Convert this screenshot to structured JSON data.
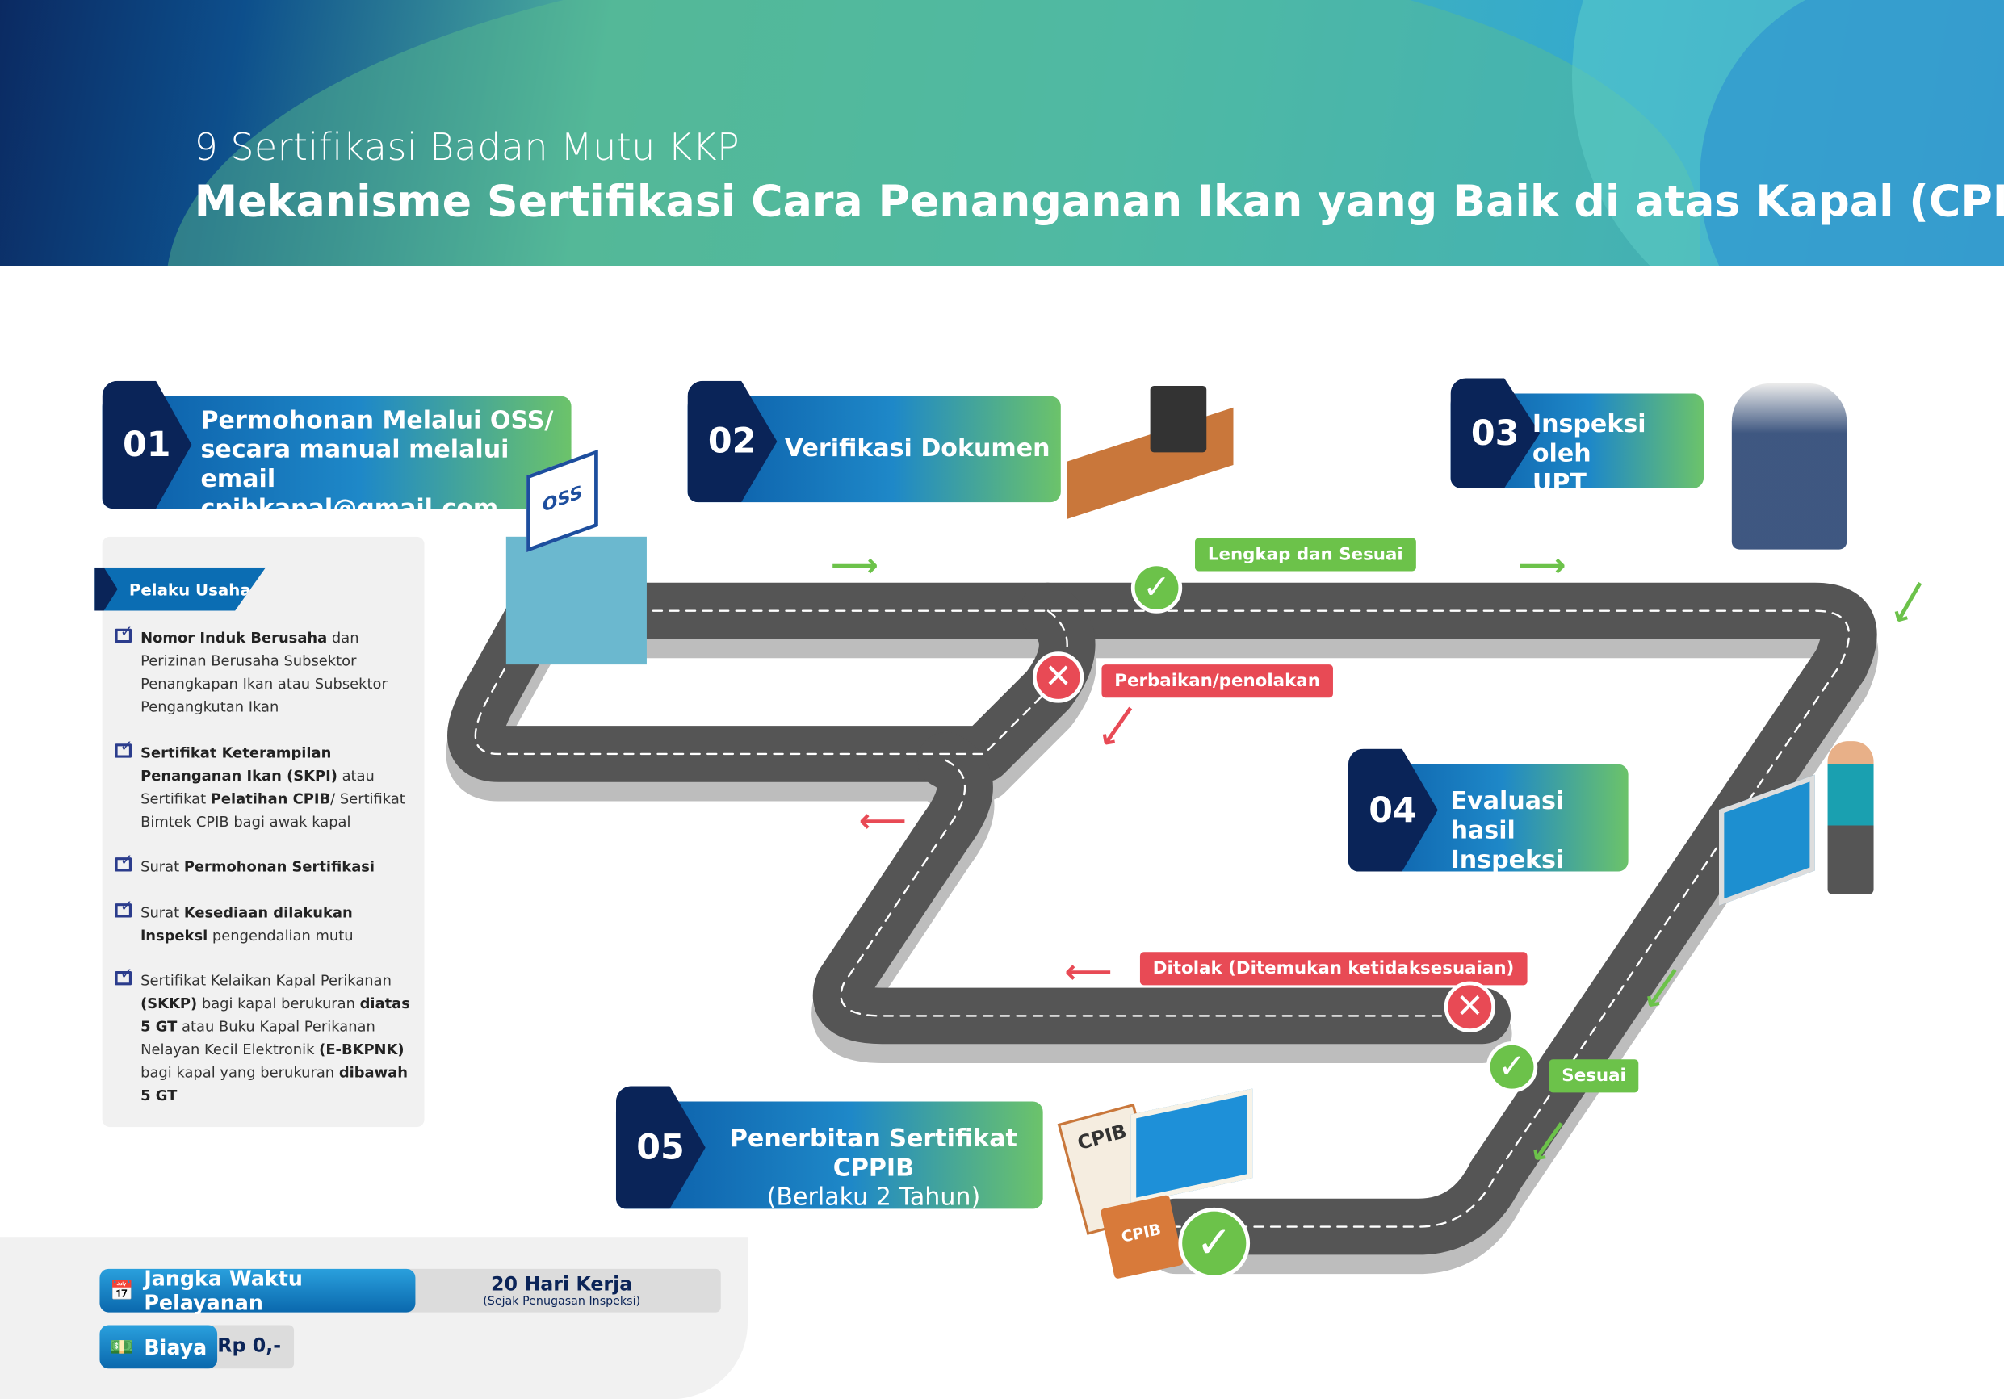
{
  "header": {
    "subtitle": "9 Sertifikasi Badan Mutu KKP",
    "title": "Mekanisme Sertifikasi Cara Penanganan Ikan yang Baik di atas Kapal (CPIB)"
  },
  "steps": [
    {
      "num": "01",
      "lines": [
        "Permohonan Melalui OSS/",
        "secara manual melalui email",
        "cpibkapal@gmail.com"
      ]
    },
    {
      "num": "02",
      "lines": [
        "Verifikasi Dokumen"
      ]
    },
    {
      "num": "03",
      "lines": [
        "Inspeksi oleh",
        "UPT BPPMHKP"
      ]
    },
    {
      "num": "04",
      "lines": [
        "Evaluasi hasil",
        "Inspeksi"
      ]
    },
    {
      "num": "05",
      "lines": [
        "Penerbitan Sertifikat CPPIB",
        "(Berlaku 2 Tahun)"
      ]
    }
  ],
  "pelaku": {
    "title": "Pelaku Usaha",
    "items": [
      {
        "bold": "Nomor Induk Berusaha",
        "rest": " dan Perizinan Berusaha Subsektor Penangkapan Ikan atau Subsektor Pengangkutan Ikan"
      },
      {
        "bold": "Sertifikat Keterampilan Penanganan Ikan (SKPI)",
        "rest": " atau Sertifikat ",
        "bold2": "Pelatihan CPIB",
        "rest2": "/ Sertifikat Bimtek CPIB bagi awak kapal"
      },
      {
        "pre": "Surat ",
        "bold": "Permohonan Sertifikasi"
      },
      {
        "pre": "Surat ",
        "bold": "Kesediaan dilakukan inspeksi",
        "rest": " pengendalian mutu"
      },
      {
        "pre": "Sertifikat Kelaikan Kapal Perikanan ",
        "bold": "(SKKP)",
        "rest": " bagi kapal berukuran ",
        "bold2": "diatas 5 GT",
        "rest2": " atau Buku Kapal Perikanan Nelayan Kecil Elektronik ",
        "bold3": "(E-BKPNK)",
        "rest3": " bagi kapal yang berukuran ",
        "bold4": "dibawah 5 GT"
      }
    ]
  },
  "flow_labels": {
    "lengkap": "Lengkap dan Sesuai",
    "perbaikan": "Perbaikan/penolakan",
    "ditolak": "Ditolak (Ditemukan ketidaksesuaian)",
    "sesuai": "Sesuai"
  },
  "illustration_text": {
    "oss": "OSS",
    "cpib_doc": "CPIB",
    "cpib_folder": "CPIB"
  },
  "service": {
    "time_label": "Jangka Waktu Pelayanan",
    "time_value": "20 Hari Kerja",
    "time_note": "(Sejak Penugasan Inspeksi)",
    "cost_label": "Biaya",
    "cost_value": "Rp 0,-"
  },
  "colors": {
    "navy": "#0a2458",
    "blue": "#0b6db3",
    "green": "#6cc24a",
    "red": "#e84a55",
    "road": "#555555"
  }
}
